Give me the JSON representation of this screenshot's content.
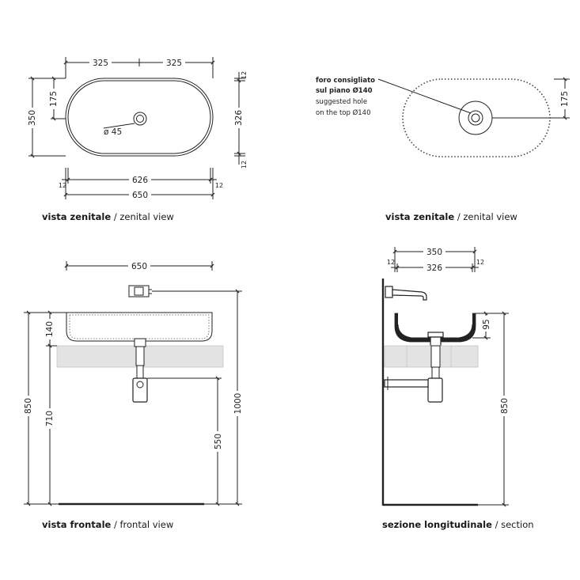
{
  "top_view": {
    "dim_half_left": "325",
    "dim_half_right": "325",
    "dim_height_overall": "350",
    "dim_height_half": "175",
    "dim_inner_height": "326",
    "dim_rim_top": "12",
    "dim_rim_bottom": "12",
    "dim_hole": "ø 45",
    "dim_inner_width": "626",
    "dim_rim_left": "12",
    "dim_rim_right": "12",
    "dim_width_overall": "650",
    "caption_it": "vista zenitale",
    "caption_sep": " / ",
    "caption_en": "zenital view"
  },
  "top_view_hole": {
    "note_it_1": "foro consigliato",
    "note_it_2": "sul piano Ø140",
    "note_en_1": "suggested hole",
    "note_en_2": "on the top Ø140",
    "dim_half": "175",
    "caption_it": "vista zenitale",
    "caption_sep": " / ",
    "caption_en": "zenital view"
  },
  "front_view": {
    "dim_width": "650",
    "dim_basin_height": "140",
    "dim_total": "850",
    "dim_countertop": "710",
    "dim_floor_gap": "550",
    "dim_tap_height": "1000",
    "caption_it": "vista frontale",
    "caption_sep": " / ",
    "caption_en": "frontal view"
  },
  "section_view": {
    "dim_outer": "350",
    "dim_inner": "326",
    "dim_rim_left": "12",
    "dim_rim_right": "12",
    "dim_depth": "95",
    "dim_total": "850",
    "caption_it": "sezione longitudinale",
    "caption_sep": " / ",
    "caption_en": "section"
  }
}
